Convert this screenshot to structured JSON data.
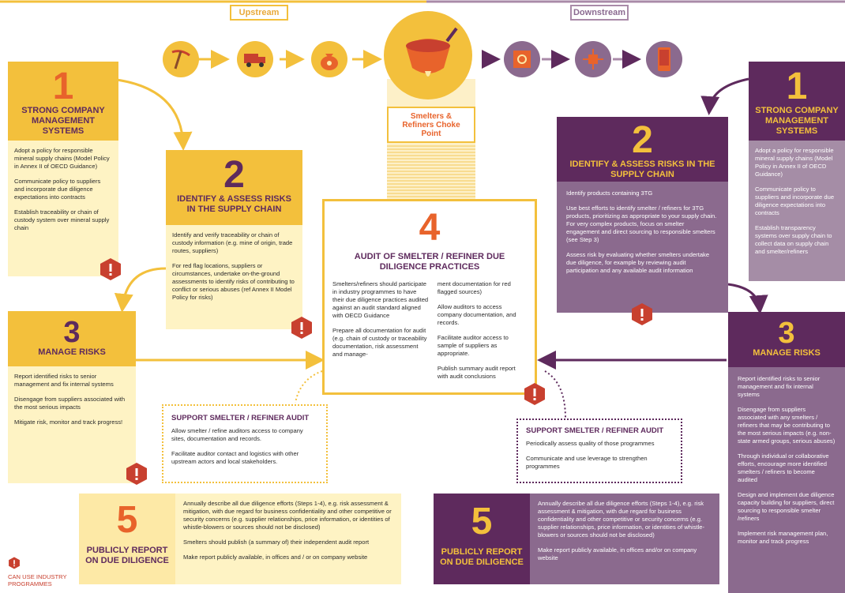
{
  "flow": {
    "upstream_label": "Upstream",
    "downstream_label": "Downstream",
    "choke_point": "Smelters & Refiners Choke Point"
  },
  "icons": {
    "upstream": [
      "pickaxe-icon",
      "truck-icon",
      "money-bag-icon"
    ],
    "center": "ladle-icon",
    "downstream": [
      "safe-icon",
      "microchip-icon",
      "smartphone-icon"
    ]
  },
  "colors": {
    "upstream": "#f3c03c",
    "downstream": "#5e2a5d",
    "warning": "#c8402f"
  },
  "upstream": {
    "step1": {
      "number": "1",
      "title": "STRONG COMPANY MANAGEMENT SYSTEMS",
      "items": [
        "Adopt a policy for responsible mineral supply chains (Model Policy in Annex II of OECD Guidance)",
        "Communicate policy to suppliers and incorporate due diligence expectations into contracts",
        "Establish traceability or chain of custody system over mineral supply chain"
      ]
    },
    "step2": {
      "number": "2",
      "title": "IDENTIFY & ASSESS RISKS IN THE SUPPLY CHAIN",
      "items": [
        "Identify and verify traceability or chain of custody information (e.g. mine of origin, trade routes, suppliers)",
        "For red flag locations, suppliers or circumstances, undertake on-the-ground assessments to identify risks of contributing to conflict or serious abuses (ref Annex II Model Policy for risks)"
      ]
    },
    "step3": {
      "number": "3",
      "title": "MANAGE RISKS",
      "items": [
        "Report identified risks to senior management and fix internal systems",
        "Disengage from suppliers associated with the most serious impacts",
        "Mitigate risk, monitor and track progress!"
      ]
    },
    "support": {
      "title": "SUPPORT SMELTER / REFINER AUDIT",
      "items": [
        "Allow smelter / refine auditors access to company sites, documentation and records.",
        "Facilitate auditor contact and logistics with other upstream actors and local stakeholders."
      ]
    },
    "step5": {
      "number": "5",
      "title": "PUBLICLY REPORT ON DUE DILIGENCE",
      "items": [
        "Annually describe all due diligence efforts (Steps 1-4), e.g. risk assessment & mitigation, with due regard for business confidentiality and other competitive or security concerns (e.g. supplier relationships, price information, or identities of whistle-blowers or sources should not be disclosed)",
        "Smelters should publish (a summary of) their independent audit report",
        "Make report publicly available, in offices and / or on company website"
      ]
    }
  },
  "audit": {
    "number": "4",
    "title": "AUDIT OF SMELTER / REFINER DUE DILIGENCE PRACTICES",
    "left_items": [
      "Smelters/refiners should participate in industry programmes to have their due diligence practices audited against an audit standard aligned with OECD Guidance",
      "Prepare all documentation for audit (e.g. chain of custody or traceability documentation, risk assessment and manage-"
    ],
    "right_items": [
      "ment documentation for red flagged sources)",
      "Allow auditors to access company documentation, and records.",
      "Facilitate auditor access to sample of suppliers as appropriate.",
      "Publish summary audit report with audit conclusions"
    ]
  },
  "downstream": {
    "step1": {
      "number": "1",
      "title": "STRONG COMPANY MANAGEMENT SYSTEMS",
      "items": [
        "Adopt a policy for responsible mineral supply chains (Model Policy in Annex II of OECD Guidance)",
        "Communicate policy to suppliers and incorporate due diligence expectations into contracts",
        "Establish transparency systems over supply chain to collect data on supply chain and smelter/refiners"
      ]
    },
    "step2": {
      "number": "2",
      "title": "IDENTIFY & ASSESS RISKS IN THE SUPPLY CHAIN",
      "items": [
        "Identify products containing 3TG",
        "Use best efforts to identify smelter / refiners for 3TG products, prioritizing as appropriate to your supply chain. For very complex products, focus on smelter engagement and direct sourcing to responsible smelters (see Step 3)",
        "Assess risk by evaluating whether smelters undertake due diligence, for example by reviewing audit participation and any available audit information"
      ]
    },
    "step3": {
      "number": "3",
      "title": "MANAGE RISKS",
      "items": [
        "Report identified risks to senior management and fix internal systems",
        "Disengage from suppliers associated with any smelters / refiners that may be contributing to the most serious impacts (e.g. non-state armed groups, serious abuses)",
        "Through individual or collaborative efforts, encourage more identified smelters / refiners to become audited",
        "Design and implement due diligence capacity building for suppliers, direct sourcing to responsible smelter /refiners",
        "Implement risk management plan, monitor and track progress"
      ]
    },
    "support": {
      "title": "SUPPORT SMELTER / REFINER AUDIT",
      "items": [
        "Periodically assess quality of those programmes",
        "Communicate and use leverage to strengthen programmes"
      ]
    },
    "step5": {
      "number": "5",
      "title": "PUBLICLY REPORT ON DUE DILIGENCE",
      "items": [
        "Annually describe all due diligence efforts (Steps 1-4), e.g. risk assessment & mitigation, with due regard for business confidentiality and other competitive or security concerns (e.g. supplier relationships, price information, or identities of whistle-blowers or sources should not be disclosed)",
        "Make report publicly available, in offices and/or on company website"
      ]
    }
  },
  "legend": {
    "text": "CAN USE INDUSTRY PROGRAMMES"
  }
}
